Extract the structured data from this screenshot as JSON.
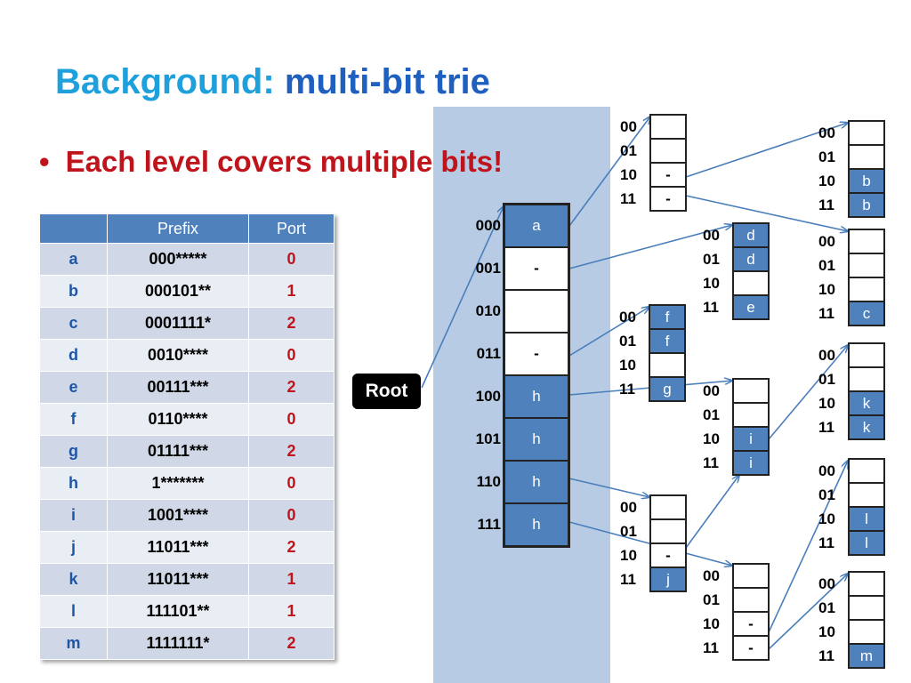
{
  "title": {
    "part1": "Background:",
    "part2": "multi-bit trie"
  },
  "bullet": {
    "marker": "•",
    "text": "Each level covers multiple bits!"
  },
  "prefix_table": {
    "headers": [
      "",
      "Prefix",
      "Port"
    ],
    "rows": [
      [
        "a",
        "000*****",
        "0"
      ],
      [
        "b",
        "000101**",
        "1"
      ],
      [
        "c",
        "0001111*",
        "2"
      ],
      [
        "d",
        "0010****",
        "0"
      ],
      [
        "e",
        "00111***",
        "2"
      ],
      [
        "f",
        "0110****",
        "0"
      ],
      [
        "g",
        "01111***",
        "2"
      ],
      [
        "h",
        "1*******",
        "0"
      ],
      [
        "i",
        "1001****",
        "0"
      ],
      [
        "j",
        "11011***",
        "2"
      ],
      [
        "k",
        "11011***",
        "1"
      ],
      [
        "l",
        "111101**",
        "1"
      ],
      [
        "m",
        "1111111*",
        "2"
      ]
    ]
  },
  "root_label": "Root",
  "level1": {
    "labels": [
      "000",
      "001",
      "010",
      "011",
      "100",
      "101",
      "110",
      "111"
    ],
    "cells": [
      "a",
      "-",
      "",
      "-",
      "h",
      "h",
      "h",
      "h"
    ]
  },
  "sub_labels": [
    "00",
    "01",
    "10",
    "11"
  ],
  "nodes": {
    "n_a": {
      "cells": [
        "",
        "",
        "-",
        "-"
      ]
    },
    "n_dash1": {
      "cells": [
        "d",
        "d",
        "",
        "e"
      ]
    },
    "n_dash3": {
      "cells": [
        "f",
        "f",
        "",
        "g"
      ]
    },
    "n_h4": {
      "cells": [
        "",
        "",
        "i",
        "i"
      ]
    },
    "n_h6": {
      "cells": [
        "",
        "",
        "-",
        "j"
      ]
    },
    "n_h7": {
      "cells": [
        "",
        "",
        "-",
        "-"
      ]
    },
    "n_b": {
      "cells": [
        "",
        "",
        "b",
        "b"
      ]
    },
    "n_c": {
      "cells": [
        "",
        "",
        "",
        "c"
      ]
    },
    "n_k": {
      "cells": [
        "",
        "",
        "k",
        "k"
      ]
    },
    "n_l": {
      "cells": [
        "",
        "",
        "l",
        "l"
      ]
    },
    "n_m": {
      "cells": [
        "",
        "",
        "",
        "m"
      ]
    }
  },
  "colors": {
    "accent_blue": "#4f81bd",
    "band": "#b7cce4",
    "title_light": "#1ea0dc",
    "title_dark": "#1e5fbf",
    "bullet_red": "#c0141c"
  }
}
